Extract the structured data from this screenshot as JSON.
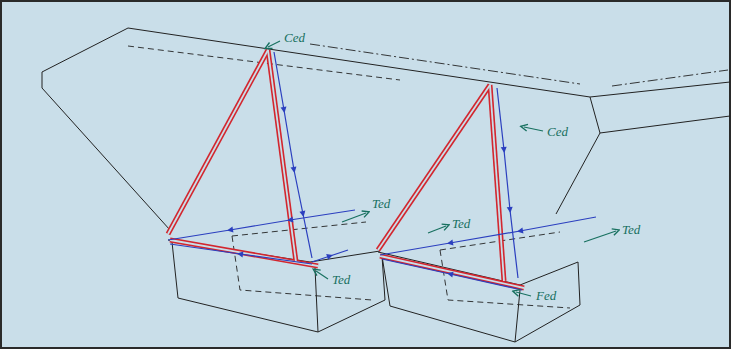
{
  "diagram": {
    "labels": [
      "Ced",
      "Ced",
      "Ted",
      "Ted",
      "Ted",
      "Ted",
      "Fed"
    ]
  }
}
